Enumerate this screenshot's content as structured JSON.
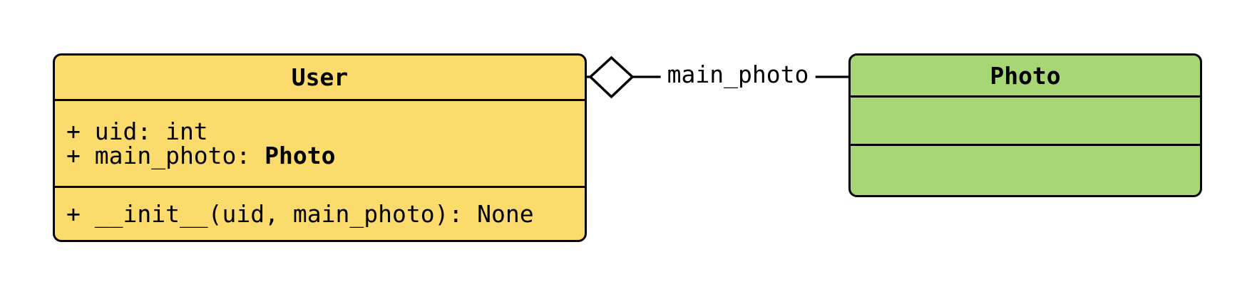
{
  "diagram_type": "uml-class-diagram",
  "colors": {
    "background": "#ffffff",
    "border": "#000000",
    "user_fill": "#fcdb6d",
    "photo_fill": "#a6d774",
    "diamond_fill": "#ffffff",
    "text": "#000000"
  },
  "user_class": {
    "title": "User",
    "fill": "#fcdb6d",
    "attributes": [
      {
        "text": "+ uid: int",
        "bold_type": ""
      },
      {
        "text": "+ main_photo: ",
        "bold_type": "Photo"
      }
    ],
    "methods": [
      {
        "text": "+ __init__(uid, main_photo): None"
      }
    ]
  },
  "photo_class": {
    "title": "Photo",
    "fill": "#a6d774",
    "attributes": [],
    "methods": []
  },
  "relationship": {
    "type": "aggregation",
    "label": "main_photo",
    "owner": "User",
    "target": "Photo",
    "diamond_fill": "#ffffff"
  }
}
